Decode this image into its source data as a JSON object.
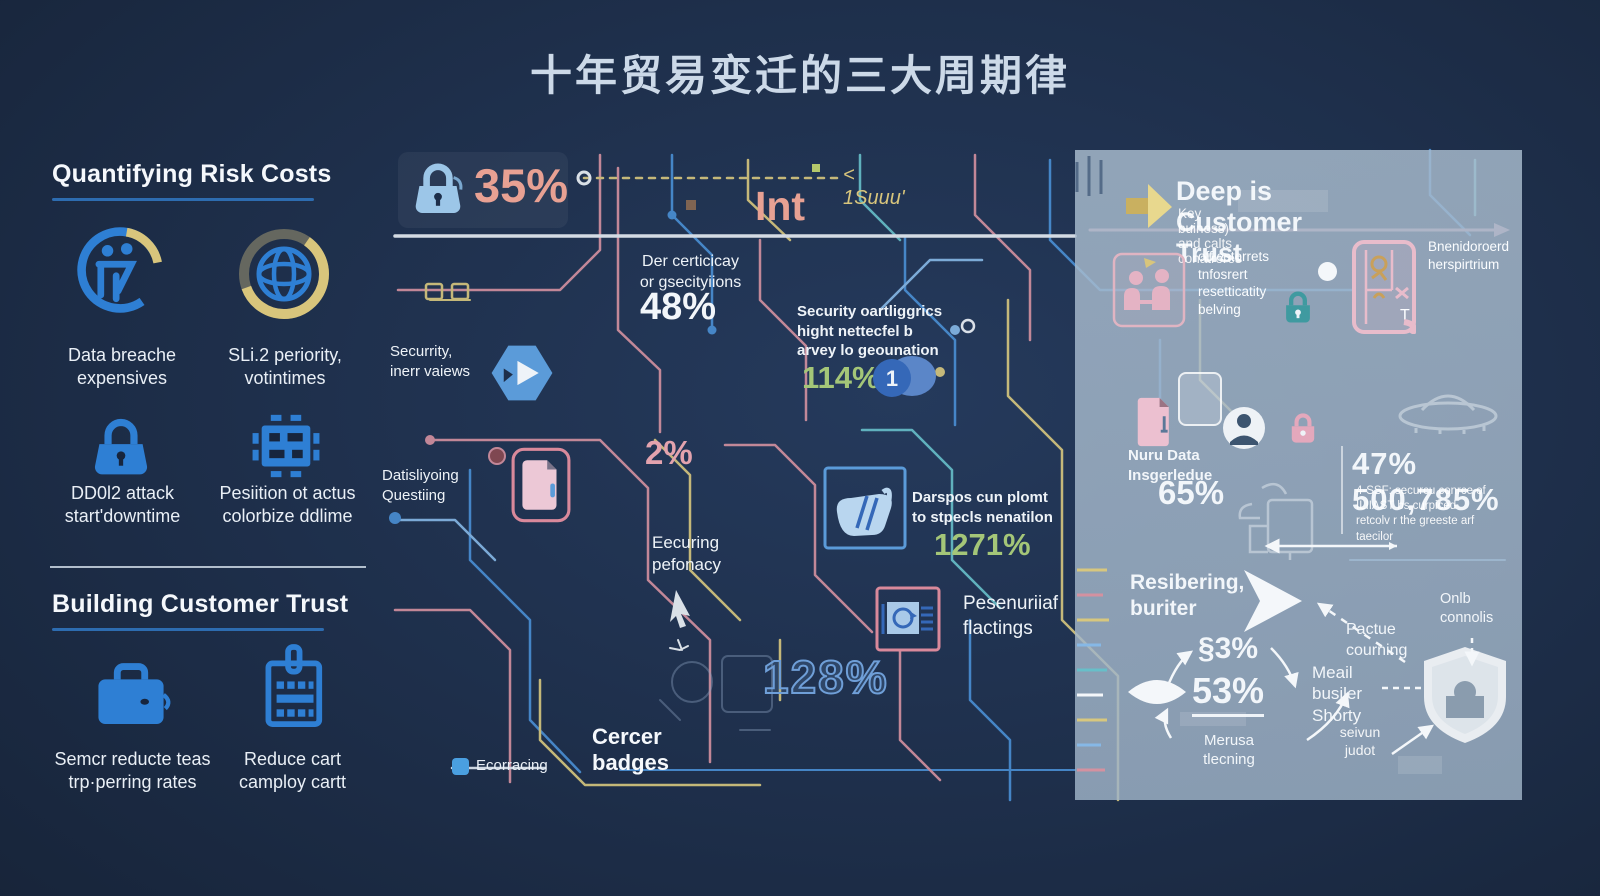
{
  "title": "十年贸易变迁的三大周期律",
  "sidebar": {
    "risk": {
      "heading": "Quantifying Risk Costs",
      "items": [
        {
          "icon": "person-timer-icon",
          "label": "Data breache\nexpensives"
        },
        {
          "icon": "globe-ring-icon",
          "label": "SLi.2 periority,\nvotintimes"
        },
        {
          "icon": "padlock-icon",
          "label": "DD0l2 attack\nstart'downtime"
        },
        {
          "icon": "circuit-chip-icon",
          "label": "Pesiition ot actus\ncolorbize ddlime"
        }
      ]
    },
    "trust": {
      "heading": "Building Customer Trust",
      "items": [
        {
          "icon": "briefcase-icon",
          "label": "Semcr reducte teas\ntrp·perring rates"
        },
        {
          "icon": "clipboard-icon",
          "label": "Reduce cart\ncamploy cartt"
        }
      ]
    }
  },
  "center": {
    "lock_value": "35%",
    "leader_label": "< 1Suuu'",
    "int_label": "Int",
    "cert": {
      "text": "Der certicicay\nor gsecityiions",
      "value": "48%"
    },
    "security_values_label": "Securrity,\ninerr vaiews",
    "security": {
      "text": "Security oartliggrics\nhight nettecfel b\narvey lo geounation",
      "value": "114%",
      "badge": "1"
    },
    "data_label": "Datisliyoing\nQuestiing",
    "two_pct": "2%",
    "ecuring_label": "Eecuring\npefonacy",
    "hand": {
      "text": "Darspos cun plomt\nto stpecls nenatilon",
      "value": "1271%"
    },
    "flactings_label": "Pesenuriiaf\nflactings",
    "pct_128": "128%",
    "cercer_label": "Cercer badges",
    "legend_label": "Ecorracing"
  },
  "panel": {
    "heading": "Deep is Customer Trust",
    "subheading": "Key buiness) and calts conatrores",
    "item_customers": "off estorrets\ntnfosrert\nresetticatity\nbelving",
    "item_hersp": "Bnenidoroerd\nherspirtrium",
    "nuru_label": "Nuru Data\nInsgerledue",
    "nuru_value": "65%",
    "big_stat": "47% 500,785%",
    "big_stat_desc": "4-SSF; securcu conrce of\nILIIAST bs curpiced\nretcolv r the greeste arf\ntaecilor",
    "resibering": "Resibering,\nburiter",
    "pactue": "Pactue\ncourning",
    "onlb": "Onlb\nconnolis",
    "cycle_top": "§3%",
    "cycle_main": "53%",
    "cycle_bottom": "Merusa\ntlecning",
    "meail": "Meail\nbusiler\nShorty",
    "seivun": "seivun\njudot"
  },
  "colors": {
    "accent_blue": "#2e7fd4",
    "salmon": "#e8a193",
    "green": "#a4c678",
    "yellow": "#d8c57c",
    "pink": "#d9899b",
    "panel_overlay": "#a8bccd"
  }
}
